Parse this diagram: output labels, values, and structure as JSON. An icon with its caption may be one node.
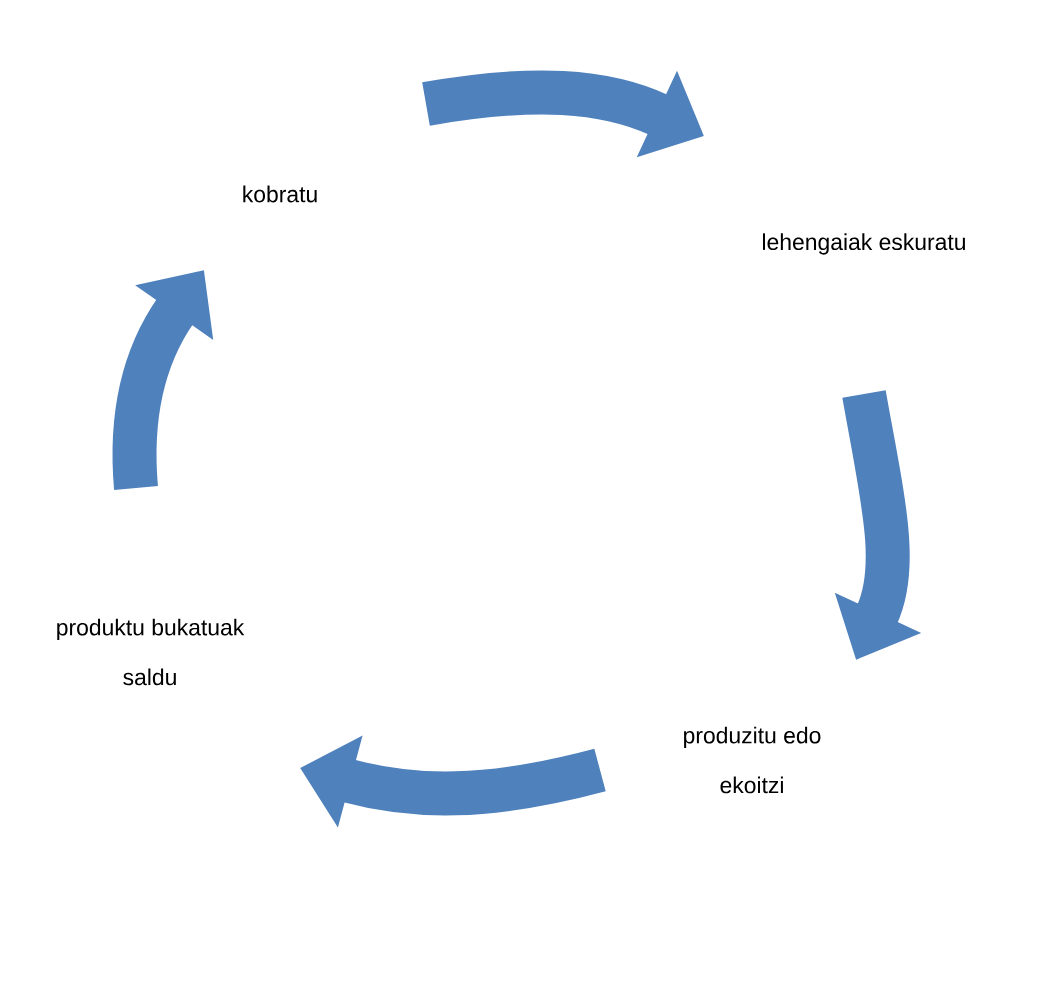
{
  "diagram": {
    "nodes": [
      {
        "text": [
          "kobratu"
        ]
      },
      {
        "text": [
          "lehengaiak eskuratu"
        ]
      },
      {
        "text": [
          "produzitu edo ekoitzi"
        ]
      },
      {
        "text": [
          "produktu bukatuak saldu"
        ]
      }
    ],
    "edges": [
      {
        "from": 0,
        "to": 1,
        "arrow": "to"
      },
      {
        "from": 1,
        "to": 2,
        "arrow": "to"
      },
      {
        "from": 2,
        "to": 3,
        "arrow": "to"
      },
      {
        "from": 3,
        "to": 0,
        "arrow": "to"
      }
    ]
  }
}
